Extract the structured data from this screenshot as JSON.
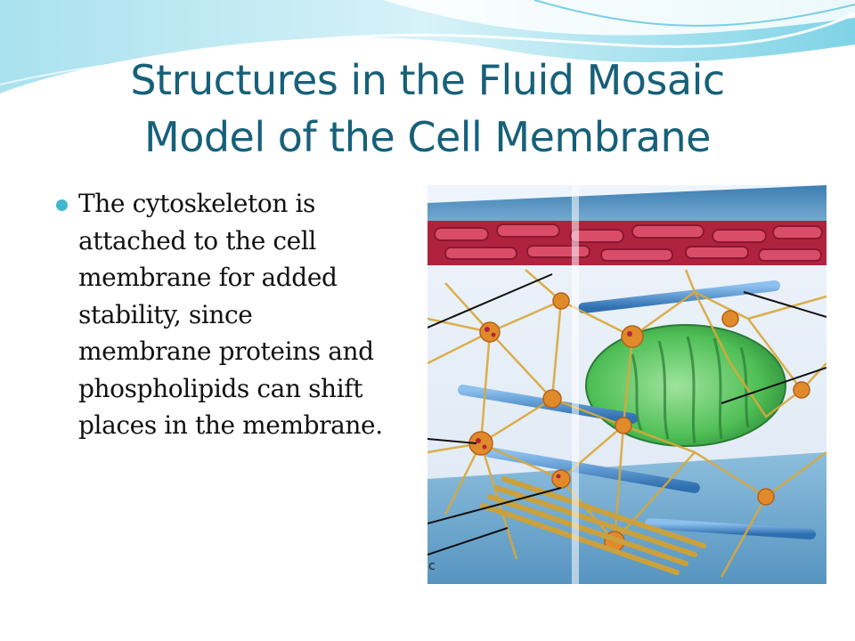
{
  "slide": {
    "title_lines": [
      "Structures in the Fluid Mosaic",
      "Model of the Cell Membrane"
    ],
    "bullet_lines": [
      "The cytoskeleton is",
      "attached to the cell",
      "membrane for added",
      "stability, since",
      "membrane proteins and",
      "phospholipids can shift",
      "places in the membrane."
    ],
    "figure_fragment_label": "c"
  },
  "colors": {
    "title": "#17607a",
    "bullet_marker": "#3fb8cf",
    "wave_light": "#c9eef7",
    "wave_dark": "#6ccfe3"
  },
  "icons": {
    "bullet": "bullet-dot-icon"
  }
}
